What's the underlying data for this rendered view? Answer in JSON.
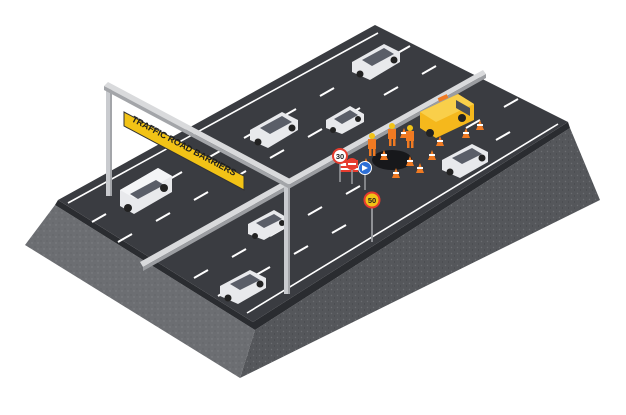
{
  "scene": {
    "gantry_sign": {
      "text": "TRAFFIC ROAD BARRIERS"
    },
    "speed_limit_signs": [
      {
        "value": "30"
      },
      {
        "value": "50"
      }
    ],
    "colors": {
      "asphalt": "#3a3c41",
      "embankment_front": "#505255",
      "embankment_side": "#6a6c70",
      "lane_marking": "#ffffff",
      "sign_yellow": "#f2c316",
      "work_van": "#f5b81c",
      "cone_orange": "#f07a22"
    }
  }
}
